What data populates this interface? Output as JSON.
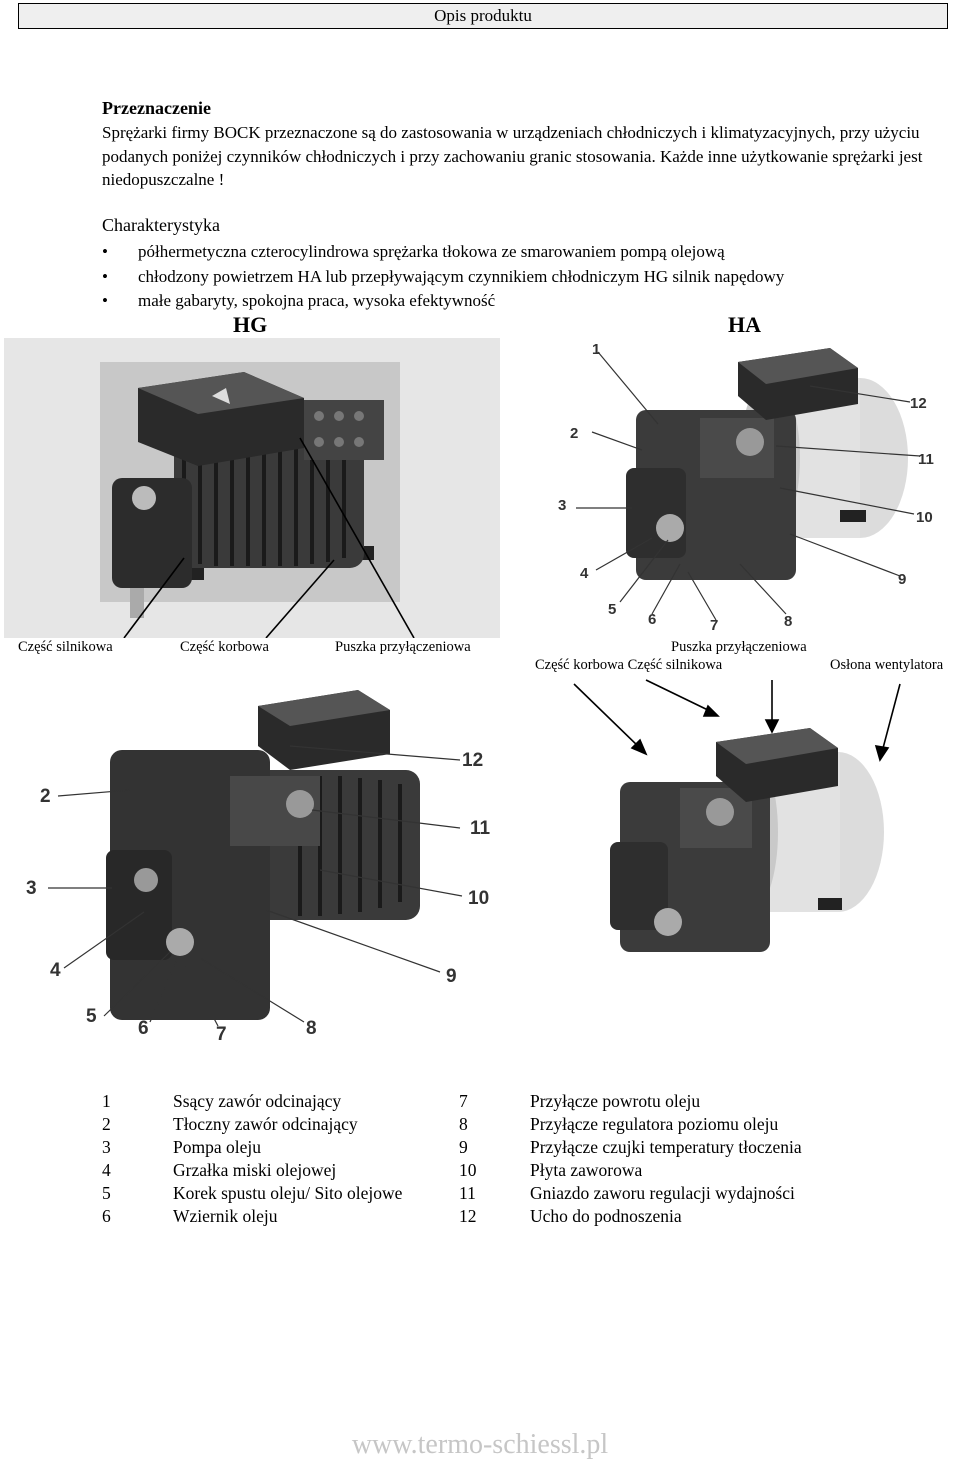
{
  "header": {
    "title": "Opis produktu"
  },
  "purpose": {
    "title": "Przeznaczenie",
    "text": "Sprężarki firmy BOCK przeznaczone są do zastosowania w urządzeniach chłodniczych i klimatyzacyjnych, przy użyciu podanych poniżej czynników chłodniczych i przy zachowaniu granic stosowania. Każde inne użytkowanie sprężarki jest niedopuszczalne !"
  },
  "features": {
    "title": "Charakterystyka",
    "items": [
      "półhermetyczna czterocylindrowa sprężarka tłokowa ze smarowaniem pompą olejową",
      "chłodzony powietrzem HA lub przepływającym czynnikiem chłodniczym HG silnik napędowy",
      "małe gabaryty, spokojna praca, wysoka efektywność"
    ]
  },
  "labels": {
    "hg": "HG",
    "ha": "HA"
  },
  "captions": {
    "hg_motor": "Część silnikowa",
    "hg_crank": "Część korbowa",
    "hg_box": "Puszka przyłączeniowa",
    "ha_box": "Puszka przyłączeniowa",
    "ha_crank_motor": "Część korbowa Część silnikowa",
    "ha_fan": "Osłona wentylatora"
  },
  "numbers": [
    "1",
    "2",
    "3",
    "4",
    "5",
    "6",
    "7",
    "8",
    "9",
    "10",
    "11",
    "12"
  ],
  "legend": [
    {
      "n1": "1",
      "t1": "Ssący zawór odcinający",
      "n2": "7",
      "t2": "Przyłącze powrotu oleju"
    },
    {
      "n1": "2",
      "t1": "Tłoczny zawór odcinający",
      "n2": "8",
      "t2": "Przyłącze regulatora poziomu oleju"
    },
    {
      "n1": "3",
      "t1": "Pompa oleju",
      "n2": "9",
      "t2": "Przyłącze czujki temperatury tłoczenia"
    },
    {
      "n1": "4",
      "t1": "Grzałka miski olejowej",
      "n2": "10",
      "t2": "Płyta zaworowa"
    },
    {
      "n1": "5",
      "t1": "Korek spustu oleju/ Sito olejowe",
      "n2": "11",
      "t2": "Gniazdo zaworu regulacji wydajności"
    },
    {
      "n1": "6",
      "t1": "Wziernik oleju",
      "n2": "12",
      "t2": "Ucho do podnoszenia"
    }
  ],
  "footer": {
    "url": "www.termo-schiessl.pl"
  }
}
